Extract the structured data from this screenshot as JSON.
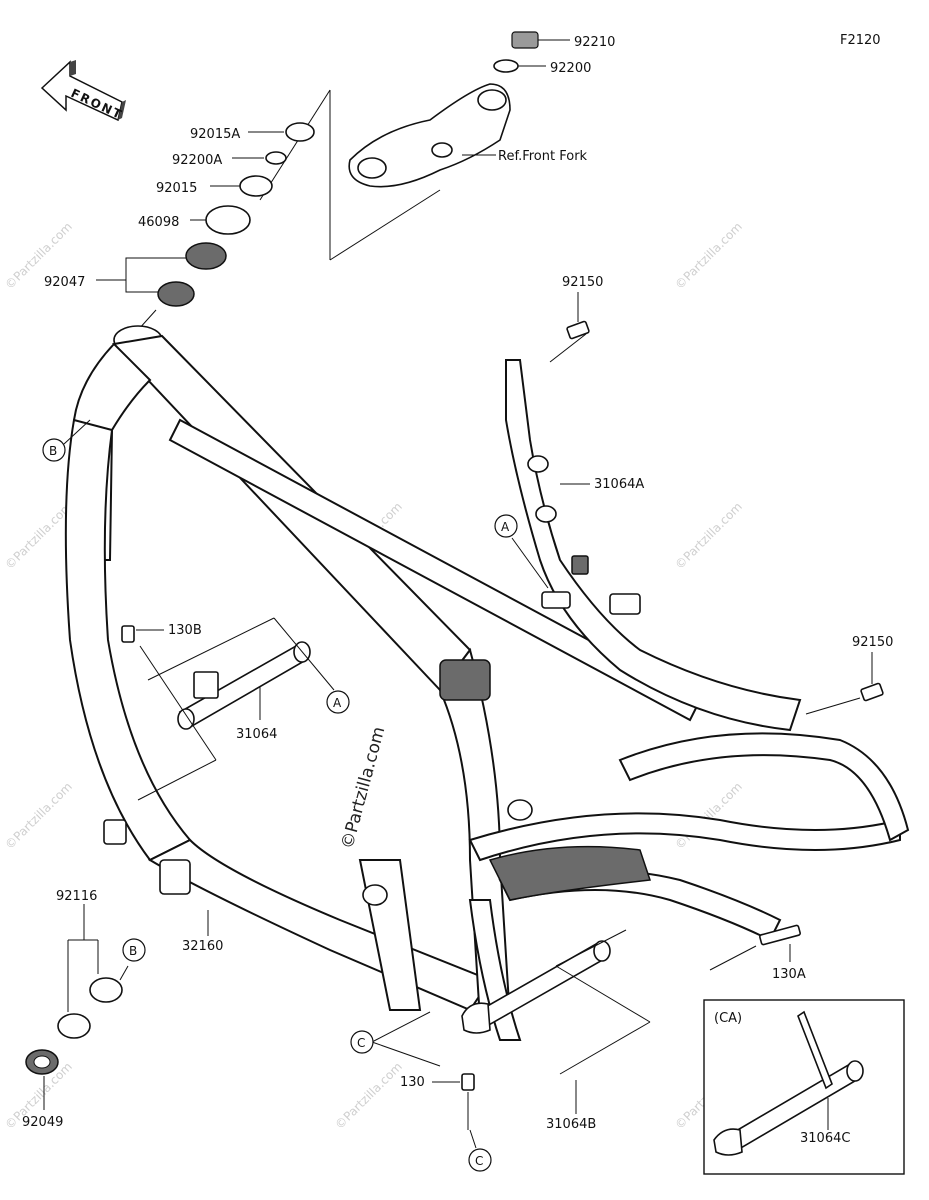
{
  "diagram_code": "F2120",
  "front_label": "FRONT",
  "watermark": "©Partzilla.com",
  "ca_label": "(CA)",
  "ref_front_fork": "Ref.Front Fork",
  "parts": {
    "p92210": "92210",
    "p92200": "92200",
    "p92015A": "92015A",
    "p92200A": "92200A",
    "p92015": "92015",
    "p46098": "46098",
    "p92047": "92047",
    "p92150a": "92150",
    "p92150b": "92150",
    "p31064A": "31064A",
    "p130B": "130B",
    "p31064": "31064",
    "p92116": "92116",
    "p32160": "32160",
    "p92049": "92049",
    "p130": "130",
    "p31064B": "31064B",
    "p130A": "130A",
    "p31064C": "31064C"
  },
  "callouts": {
    "A1": "A",
    "A2": "A",
    "B1": "B",
    "B2": "B",
    "C1": "C",
    "C2": "C"
  }
}
